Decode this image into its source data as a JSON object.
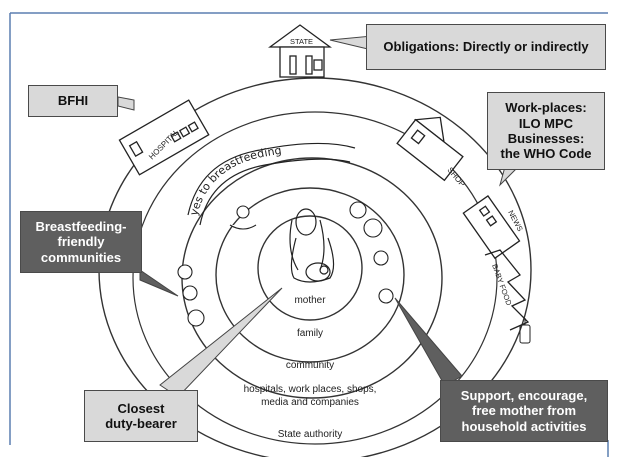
{
  "rings": {
    "mother": "mother",
    "family": "family",
    "community": "community",
    "hospitals_line1": "hospitals, work places, shops,",
    "hospitals_line2": "media and companies",
    "state": "State authority"
  },
  "sketch_labels": {
    "state_building": "STATE",
    "hospital": "HOSPITAL",
    "shop": "SHOP",
    "news": "NEWS",
    "baby_food": "BABY FOOD",
    "banner": "yes to breastfeeding"
  },
  "callouts": {
    "obligations": "Obligations: Directly or indirectly",
    "bfhi": "BFHI",
    "workplaces_1": "Work-places:",
    "workplaces_2": "ILO MPC",
    "workplaces_3": "Businesses:",
    "workplaces_4": "the WHO Code",
    "communities_1": "Breastfeeding-",
    "communities_2": "friendly",
    "communities_3": "communities",
    "duty_1": "Closest",
    "duty_2": "duty-bearer",
    "support_1": "Support, encourage,",
    "support_2": "free mother from",
    "support_3": "household activities"
  },
  "colors": {
    "frame_accent": "#5b7fb0",
    "light_box": "#d9d9d9",
    "dark_box": "#5f5f5f"
  }
}
